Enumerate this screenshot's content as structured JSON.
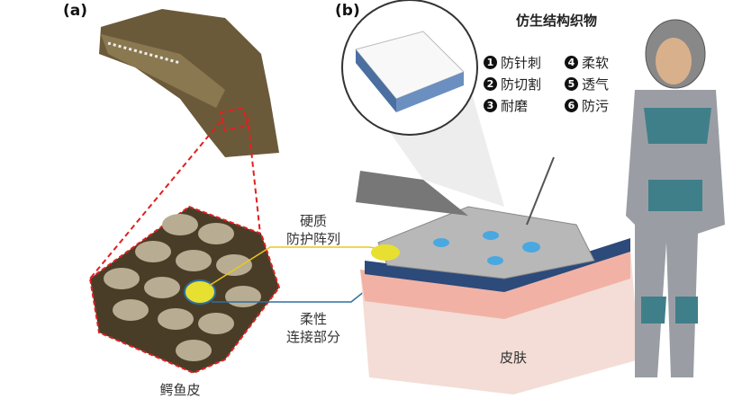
{
  "panels": {
    "a": "(a)",
    "b": "(b)"
  },
  "panel_a": {
    "hard_array_label_line1": "硬质",
    "hard_array_label_line2": "防护阵列",
    "flexible_label_line1": "柔性",
    "flexible_label_line2": "连接部分",
    "crocodile_skin_label": "鳄鱼皮"
  },
  "panel_b": {
    "title": "仿生结构织物",
    "features": [
      {
        "num": "1",
        "text": "防针刺"
      },
      {
        "num": "2",
        "text": "防切割"
      },
      {
        "num": "3",
        "text": "耐磨"
      },
      {
        "num": "4",
        "text": "柔软"
      },
      {
        "num": "5",
        "text": "透气"
      },
      {
        "num": "6",
        "text": "防污"
      }
    ],
    "skin_label": "皮肤"
  },
  "colors": {
    "hard_array": "#e8e030",
    "flexible": "#2f6fa0",
    "outline": "#e02020",
    "skin": "#f0a090"
  }
}
